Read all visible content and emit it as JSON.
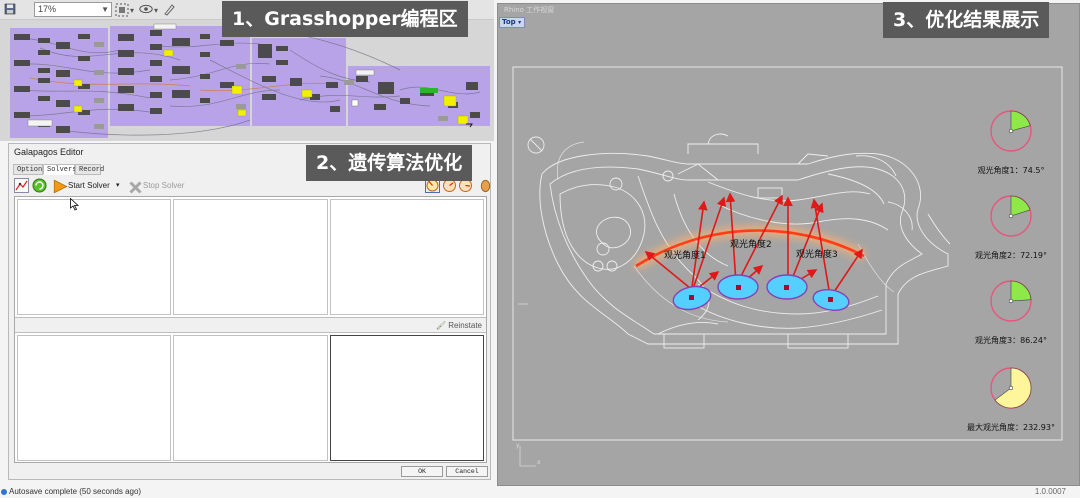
{
  "gh": {
    "zoom": "17%",
    "banner": "1、Grasshopper编程区"
  },
  "galapagos": {
    "title": "Galapagos Editor",
    "tabs": [
      "Options",
      "Solvers",
      "Record"
    ],
    "active_tab": "Solvers",
    "start_solver": "Start Solver",
    "stop_solver": "Stop Solver",
    "reinstate": "Reinstate",
    "ok": "OK",
    "cancel": "Cancel",
    "banner": "2、遗传算法优化"
  },
  "status": {
    "message": "Autosave complete (50 seconds ago)",
    "version": "1.0.0007"
  },
  "rhino": {
    "window_title": "Rhino 工作视窗",
    "viewport": "Top",
    "banner": "3、优化结果展示",
    "plan_labels": [
      "观光角度1",
      "观光角度2",
      "观光角度3"
    ],
    "axis_x": "x",
    "axis_y": "y"
  },
  "results": [
    {
      "label": "观光角度1：74.5°",
      "angle": 74.5,
      "color": "#8ee84a"
    },
    {
      "label": "观光角度2：72.19°",
      "angle": 72.19,
      "color": "#8ee84a"
    },
    {
      "label": "观光角度3：86.24°",
      "angle": 86.24,
      "color": "#8ee84a"
    },
    {
      "label": "最大观光角度：232.93°",
      "angle": 232.93,
      "color": "#fff59a"
    }
  ],
  "colors": {
    "banner_bg": "#5a5a5a",
    "gh_group": "#b49ee8",
    "viewport_bg": "#a5a5a5",
    "arc": "#ff4a1c",
    "arrow": "#e01818",
    "pond": "#2ec6ff",
    "ring": "#e8557c"
  }
}
